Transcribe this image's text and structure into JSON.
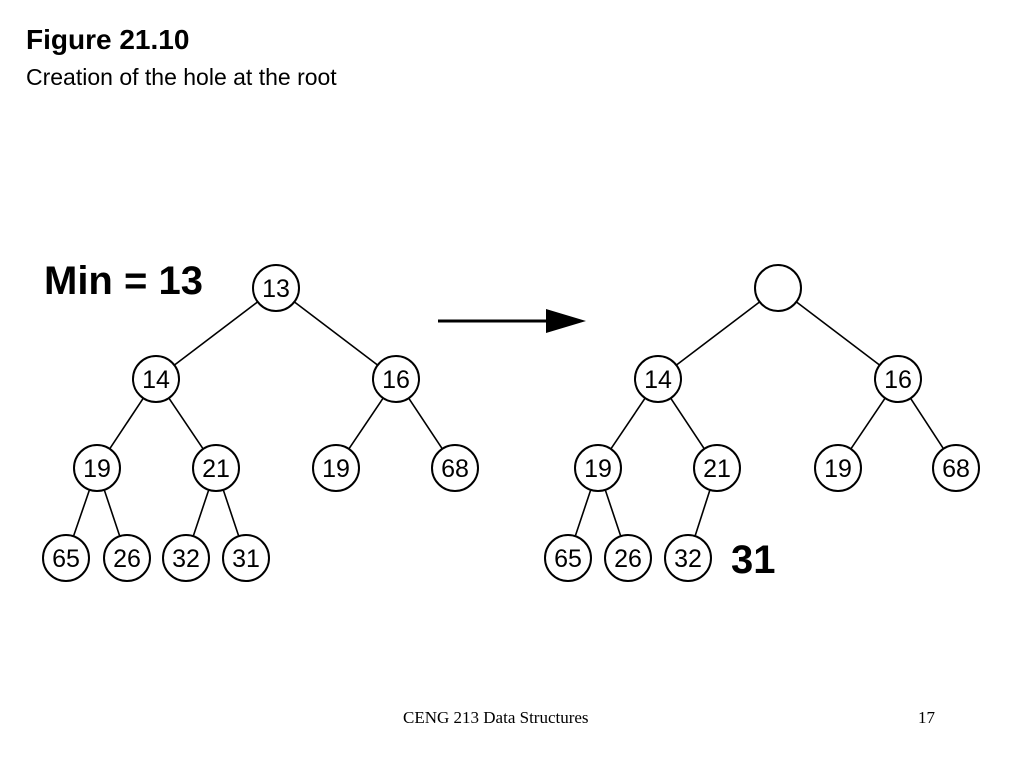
{
  "slide": {
    "title": "Figure 21.10",
    "subtitle": "Creation of the hole at the root"
  },
  "diagram": {
    "before": {
      "caption": "Min = 13",
      "nodes": [
        "13",
        "14",
        "16",
        "19",
        "21",
        "19",
        "68",
        "65",
        "26",
        "32",
        "31"
      ]
    },
    "after": {
      "nodes": [
        "",
        "14",
        "16",
        "19",
        "21",
        "19",
        "68",
        "65",
        "26",
        "32"
      ],
      "displaced_value": "31"
    }
  },
  "footer": {
    "course": "CENG 213 Data Structures",
    "page_number": "17"
  }
}
